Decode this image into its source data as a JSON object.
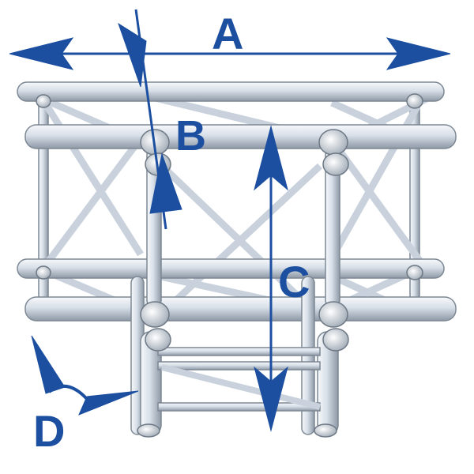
{
  "diagram": {
    "labels": {
      "a": "A",
      "b": "B",
      "c": "C",
      "d": "D"
    },
    "colors": {
      "accent": "#1c4fa0",
      "tube_fill": "#dfe6ee",
      "tube_stroke": "#7d8894",
      "background": "#ffffff"
    }
  }
}
